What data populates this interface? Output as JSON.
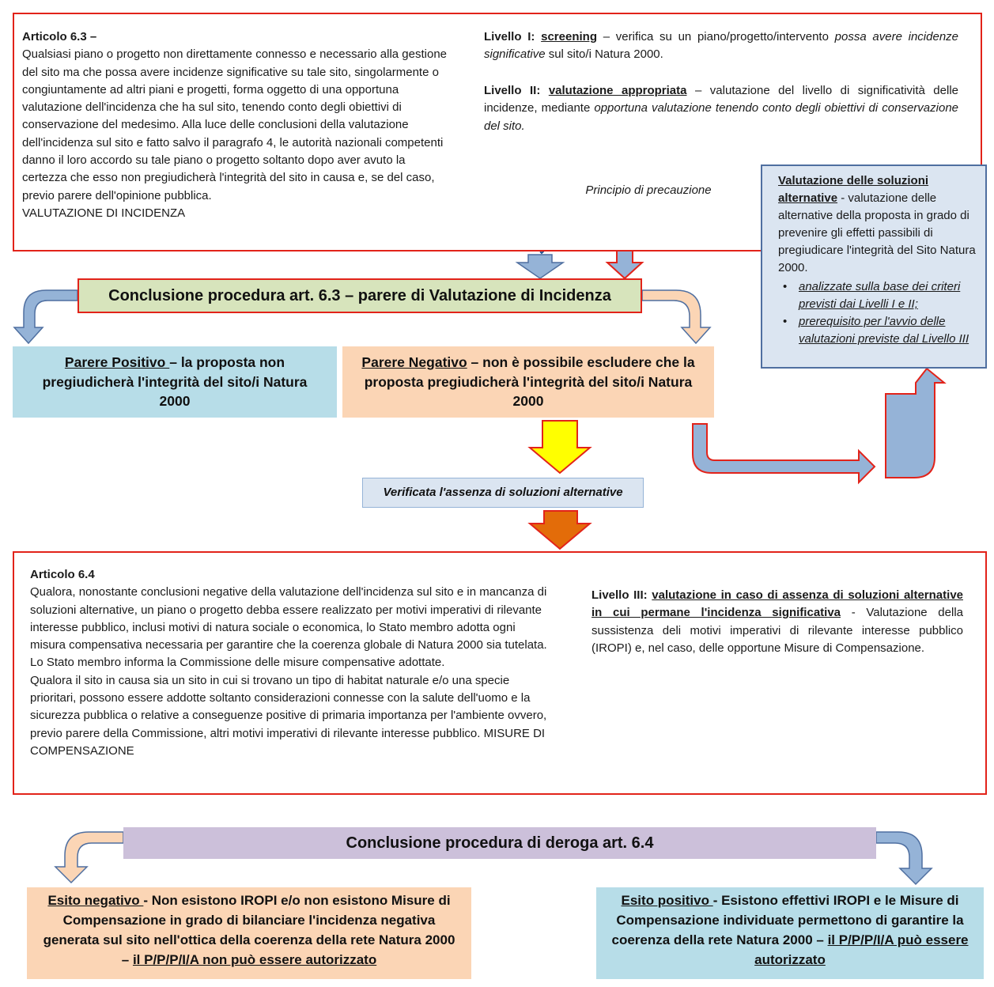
{
  "art63": {
    "heading": "Articolo 6.3 –",
    "body": "Qualsiasi piano o progetto non direttamente connesso e necessario alla gestione del sito ma che possa avere incidenze significative su tale sito, singolarmente o congiuntamente ad altri piani e progetti, forma oggetto di una opportuna valutazione dell'incidenza che ha sul sito, tenendo conto degli obiettivi di conservazione del medesimo. Alla luce delle conclusioni della valutazione dell'incidenza sul sito e fatto salvo il paragrafo 4, le autorità nazionali competenti danno il loro accordo su tale piano o progetto soltanto dopo aver avuto la certezza che esso non pregiudicherà l'integrità del sito in causa e, se del caso, previo parere dell'opinione pubblica.",
    "tag": "VALUTAZIONE DI INCIDENZA"
  },
  "level1": {
    "prefix": "Livello I:",
    "name": "screening",
    "text1": " – verifica su un piano/progetto/intervento ",
    "italic": "possa avere incidenze significative",
    "text2": " sul sito/i Natura 2000."
  },
  "level2": {
    "prefix": "Livello II:",
    "name": "valutazione appropriata",
    "text1": " – valutazione del livello di significatività delle incidenze, mediante ",
    "italic": "opportuna valutazione tenendo conto degli obiettivi di conservazione del sito."
  },
  "precaution_label": "Principio di precauzione",
  "alternatives": {
    "title": "Valutazione delle soluzioni alternative",
    "text": " - valutazione delle alternative della proposta in grado di prevenire gli effetti passibili di pregiudicare l'integrità del Sito Natura 2000.",
    "bullets": [
      "analizzate sulla base dei criteri previsti dai Livelli I e II;",
      "prerequisito per l'avvio delle valutazioni previste dal Livello III"
    ]
  },
  "conclusion63": "Conclusione procedura art. 6.3 – parere di Valutazione di Incidenza",
  "positive63": {
    "label": "Parere Positivo ",
    "text": " – la proposta non pregiudicherà  l'integrità del sito/i Natura 2000"
  },
  "negative63": {
    "label": "Parere Negativo",
    "text": " – non è possibile escludere che la proposta pregiudicherà  l'integrità del sito/i Natura 2000"
  },
  "verified": "Verificata l'assenza di soluzioni alternative",
  "art64": {
    "heading": "Articolo 6.4",
    "para1": "Qualora, nonostante conclusioni negative della valutazione dell'incidenza sul sito e in mancanza di soluzioni alternative, un piano o progetto debba essere realizzato per motivi imperativi di rilevante interesse pubblico, inclusi motivi di natura sociale o economica, lo Stato membro adotta ogni misura compensativa necessaria per garantire che la coerenza globale di Natura 2000 sia tutelata. Lo Stato membro informa la Commissione delle misure compensative adottate.",
    "para2": "Qualora il sito in causa sia un sito in cui si trovano un tipo di habitat naturale e/o una specie prioritari, possono essere addotte soltanto considerazioni connesse con la salute dell'uomo e la sicurezza pubblica o relative a conseguenze positive di primaria importanza per l'ambiente ovvero, previo parere della Commissione, altri motivi imperativi di rilevante interesse pubblico.",
    "tag": "MISURE DI COMPENSAZIONE"
  },
  "level3": {
    "prefix": "Livello III:",
    "name": "valutazione in caso di assenza di soluzioni alternative in cui permane l'incidenza significativa",
    "text": " - Valutazione della sussistenza deli motivi imperativi di rilevante interesse pubblico (IROPI) e, nel caso, delle opportune Misure di Compensazione."
  },
  "conclusion64": "Conclusione procedura di deroga art. 6.4",
  "negative64": {
    "label": "Esito negativo ",
    "text": "- Non esistono IROPI e/o non esistono Misure di Compensazione in grado di bilanciare l'incidenza negativa generata sul sito nell'ottica della coerenza della rete Natura 2000 – ",
    "outcome": "il P/P/P/I/A non può essere autorizzato"
  },
  "positive64": {
    "label": "Esito positivo ",
    "text": "- Esistono effettivi IROPI e le Misure di Compensazione individuate permettono di garantire la coerenza della rete Natura 2000 –  ",
    "outcome": "il P/P/P/I/A può essere autorizzato"
  },
  "colors": {
    "frame_red": "#e2231a",
    "positive_blue": "#b7dde8",
    "negative_peach": "#fbd5b5",
    "conclusion_green": "#d7e4bc",
    "conclusion_lilac": "#ccc0da",
    "alt_box": "#dbe5f1",
    "arrow_blue": "#95b3d7",
    "arrow_peach": "#fbd5b5",
    "arrow_yellow": "#ffff00",
    "arrow_orange": "#e36c09"
  }
}
